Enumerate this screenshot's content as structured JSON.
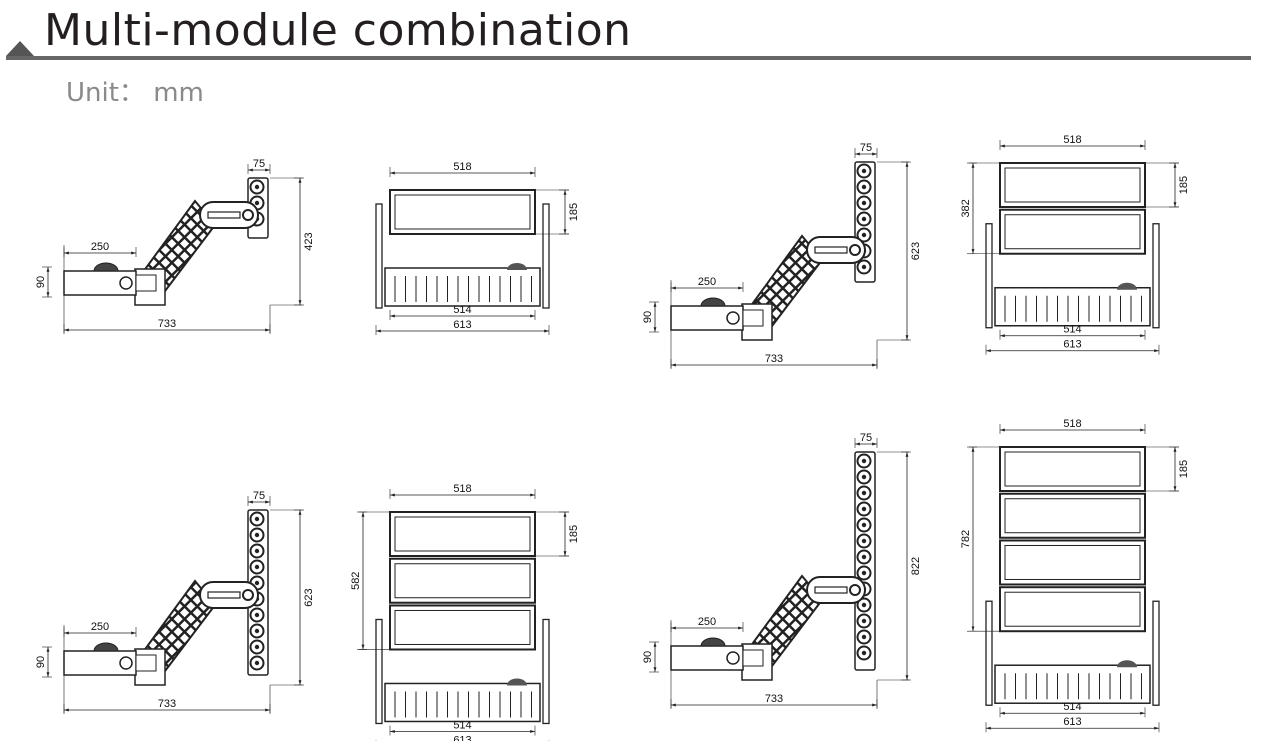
{
  "header": {
    "title": "Multi-module combination",
    "unit": "Unit： mm"
  },
  "figures": [
    {
      "modules": 1,
      "side": {
        "arm": "75",
        "height": "423",
        "base_len": "250",
        "base_h": "90",
        "total_len": "733"
      },
      "front": {
        "top_width": "518",
        "module_h": "185",
        "total_h": null,
        "inner_width": "514",
        "outer_width": "613"
      }
    },
    {
      "modules": 2,
      "side": {
        "arm": "75",
        "height": "623",
        "base_len": "250",
        "base_h": "90",
        "total_len": "733"
      },
      "front": {
        "top_width": "518",
        "module_h": "185",
        "total_h": "382",
        "inner_width": "514",
        "outer_width": "613"
      }
    },
    {
      "modules": 3,
      "side": {
        "arm": "75",
        "height": "623",
        "base_len": "250",
        "base_h": "90",
        "total_len": "733"
      },
      "front": {
        "top_width": "518",
        "module_h": "185",
        "total_h": "582",
        "inner_width": "514",
        "outer_width": "613"
      }
    },
    {
      "modules": 4,
      "side": {
        "arm": "75",
        "height": "822",
        "base_len": "250",
        "base_h": "90",
        "total_len": "733"
      },
      "front": {
        "top_width": "518",
        "module_h": "185",
        "total_h": "782",
        "inner_width": "514",
        "outer_width": "613"
      }
    }
  ]
}
